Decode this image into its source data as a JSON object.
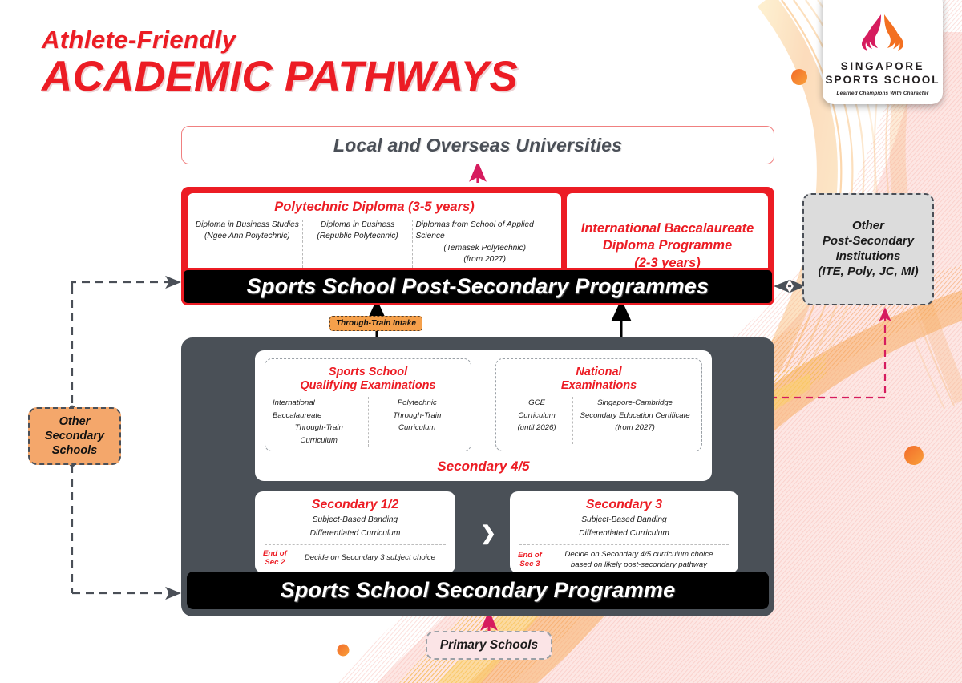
{
  "headline": {
    "line1": "Athlete-Friendly",
    "line2": "ACADEMIC PATHWAYS"
  },
  "logo": {
    "name": "singapore-sports-school-logo",
    "line1": "SINGAPORE",
    "line2": "SPORTS SCHOOL",
    "tagline": "Learned Champions With Character",
    "flame_colors": [
      "#D61C5E",
      "#F37021"
    ]
  },
  "universities": {
    "label": "Local and Overseas Universities"
  },
  "post_secondary": {
    "polytechnic": {
      "title": "Polytechnic Diploma (3-5 years)",
      "columns": [
        {
          "line1": "Diploma in Business Studies",
          "line2": "(Ngee Ann Polytechnic)",
          "line3": ""
        },
        {
          "line1": "Diploma in Business",
          "line2": "(Republic Polytechnic)",
          "line3": ""
        },
        {
          "line1": "Diplomas from School of Applied Science",
          "line2": "(Temasek Polytechnic)",
          "line3": "(from 2027)"
        }
      ]
    },
    "ib": {
      "line1": "International Baccalaureate",
      "line2": "Diploma Programme",
      "line3": "(2-3 years)"
    },
    "bar_label": "Sports School Post-Secondary Programmes"
  },
  "through_train": {
    "label": "Through-Train Intake"
  },
  "secondary": {
    "sec45": {
      "label": "Secondary 4/5",
      "exams": [
        {
          "title_line1": "Sports School",
          "title_line2": "Qualifying Examinations",
          "columns": [
            {
              "line1": "International Baccalaureate",
              "line2": "Through-Train",
              "line3": "Curriculum"
            },
            {
              "line1": "Polytechnic",
              "line2": "Through-Train",
              "line3": "Curriculum"
            }
          ]
        },
        {
          "title_line1": "National",
          "title_line2": "Examinations",
          "columns": [
            {
              "line1": "GCE",
              "line2": "Curriculum",
              "line3": "(until 2026)"
            },
            {
              "line1": "Singapore-Cambridge",
              "line2": "Secondary Education Certificate",
              "line3": "(from 2027)"
            }
          ]
        }
      ]
    },
    "stages": [
      {
        "title": "Secondary 1/2",
        "sub1": "Subject-Based Banding",
        "sub2": "Differentiated Curriculum",
        "end_of_line1": "End of",
        "end_of_line2": "Sec 2",
        "note_line1": "Decide on Secondary 3 subject choice",
        "note_line2": ""
      },
      {
        "title": "Secondary 3",
        "sub1": "Subject-Based Banding",
        "sub2": "Differentiated Curriculum",
        "end_of_line1": "End of",
        "end_of_line2": "Sec 3",
        "note_line1": "Decide on Secondary 4/5 curriculum choice",
        "note_line2": "based on likely post-secondary pathway"
      }
    ],
    "bar_label": "Sports School Secondary Programme"
  },
  "side_boxes": {
    "other_post_secondary": {
      "line1": "Other",
      "line2": "Post-Secondary",
      "line3": "Institutions",
      "line4": "(ITE, Poly, JC, MI)"
    },
    "other_secondary": {
      "line1": "Other",
      "line2": "Secondary",
      "line3": "Schools"
    },
    "primary": {
      "label": "Primary Schools"
    }
  },
  "colors": {
    "brand_red": "#EC1C24",
    "slate": "#4A5057",
    "crimson": "#D61C5E",
    "orange": "#F4A76B",
    "chip_orange": "#F5A04B",
    "pink_tint": "#FBE4E6",
    "grey_box": "#DCDCDC"
  },
  "icons": {
    "chevron_right": "❯",
    "arrow_up": "▲"
  }
}
